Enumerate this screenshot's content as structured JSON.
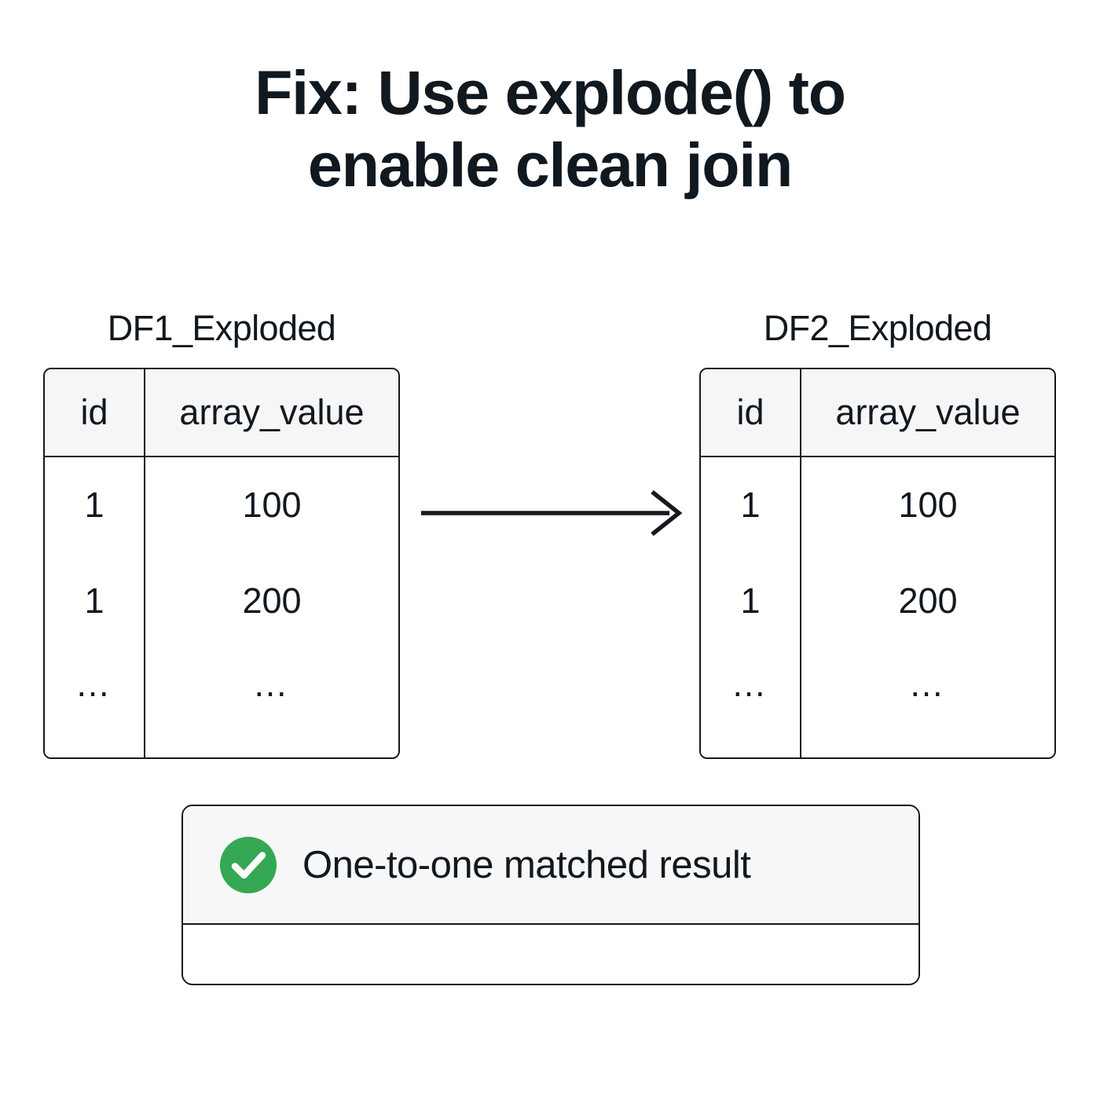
{
  "title": {
    "line1": "Fix: Use explode() to",
    "line2": "enable clean join"
  },
  "colors": {
    "text": "#101820",
    "border": "#15181c",
    "header_fill": "#f6f6f7",
    "card_top_fill": "#f7f7f8",
    "background": "#ffffff",
    "success_green": "#34a853"
  },
  "tables": [
    {
      "caption": "DF1_Exploded",
      "columns": [
        "id",
        "array_value"
      ],
      "rows": [
        [
          "1",
          "100"
        ],
        [
          "1",
          "200"
        ],
        [
          "…",
          "…"
        ]
      ]
    },
    {
      "caption": "DF2_Exploded",
      "columns": [
        "id",
        "array_value"
      ],
      "rows": [
        [
          "1",
          "100"
        ],
        [
          "1",
          "200"
        ],
        [
          "…",
          "…"
        ]
      ]
    }
  ],
  "connector": {
    "name": "arrow-right",
    "direction": "left-to-right",
    "label": ""
  },
  "result_card": {
    "icon": "check-circle-icon",
    "label": "One-to-one matched result",
    "footer": ""
  }
}
